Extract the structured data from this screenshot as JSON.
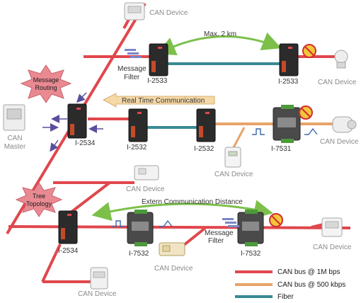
{
  "colors": {
    "can_1m": "#e0474c",
    "can_500k": "#e8a36a",
    "fiber": "#3a8a93",
    "range_arc": "#7cc04a",
    "burst": "#e98a92",
    "arrow": "#5a4f9e"
  },
  "bursts": {
    "message_routing": [
      "Message",
      "Routing"
    ],
    "tree_topology": [
      "Tree",
      "Topology"
    ]
  },
  "callouts": {
    "max_distance": "Max. 2 km",
    "real_time": "Real Time Communication",
    "extern": "Extern Communication Distance"
  },
  "modules": {
    "i2534_top": "I-2534",
    "i2534_bottom": "I-2534",
    "i2533_left": "I-2533",
    "i2533_right": "I-2533",
    "i2532_left": "I-2532",
    "i2532_right": "I-2532",
    "i7531": "I-7531",
    "i7532_left": "I-7532",
    "i7532_right": "I-7532"
  },
  "filters": {
    "top": [
      "Message",
      "Filter"
    ],
    "bottom": [
      "Message",
      "Filter"
    ]
  },
  "devices": {
    "top_center": "CAN Device",
    "top_right": "CAN Device",
    "mid_right": "CAN Device",
    "mid_center": "CAN Device",
    "branch": "CAN Device",
    "bottom_right": "CAN Device",
    "bottom_center": "CAN Device",
    "bottom_left": "CAN Device",
    "master": [
      "CAN",
      "Master"
    ]
  },
  "legend": [
    {
      "label": "CAN bus @ 1M bps",
      "color": "#e0474c"
    },
    {
      "label": "CAN bus @ 500 kbps",
      "color": "#e8a36a"
    },
    {
      "label": "Fiber",
      "color": "#3a8a93"
    }
  ]
}
